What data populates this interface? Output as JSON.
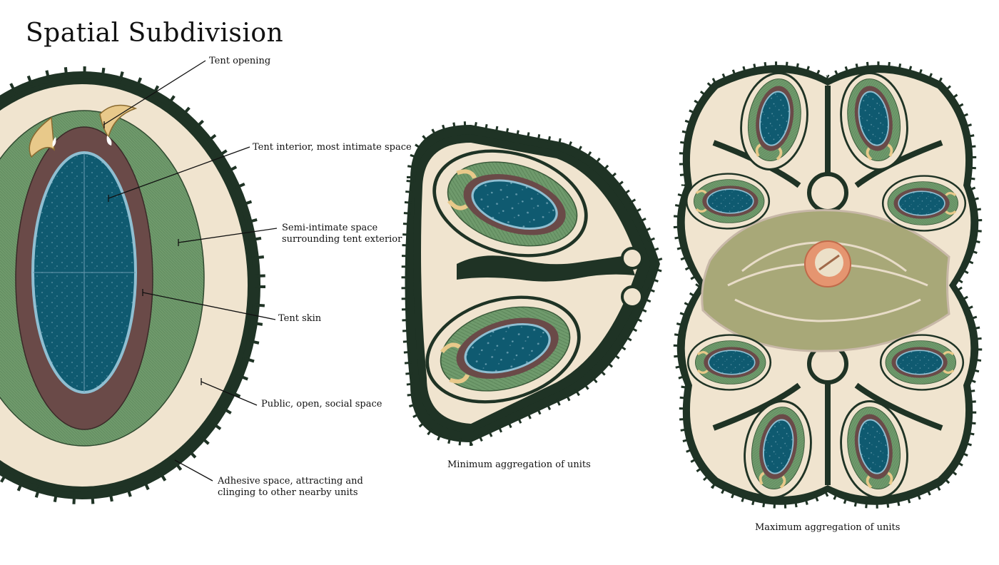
{
  "title": "Spatial Subdivision",
  "labels": {
    "tent_opening": "Tent opening",
    "tent_interior": "Tent interior, most intimate space",
    "semi_intimate": "Semi-intimate space\nsurrounding tent exterior",
    "tent_skin": "Tent skin",
    "public_space": "Public, open, social space",
    "adhesive_space": "Adhesive space, attracting and\nclinging to other nearby units"
  },
  "captions": {
    "minimum": "Minimum aggregation of units",
    "maximum": "Maximum aggregation of units"
  },
  "colors": {
    "outer_spikes": "#1f3325",
    "cream": "#f0e4cf",
    "green": "#6f9a6c",
    "brown": "#6a4a48",
    "blue": "#0f5a70",
    "blue_rim": "#8fbfd2",
    "opening_yellow": "#e8c98a",
    "hub_olive": "#a8a878",
    "hub_orange": "#e59570"
  }
}
